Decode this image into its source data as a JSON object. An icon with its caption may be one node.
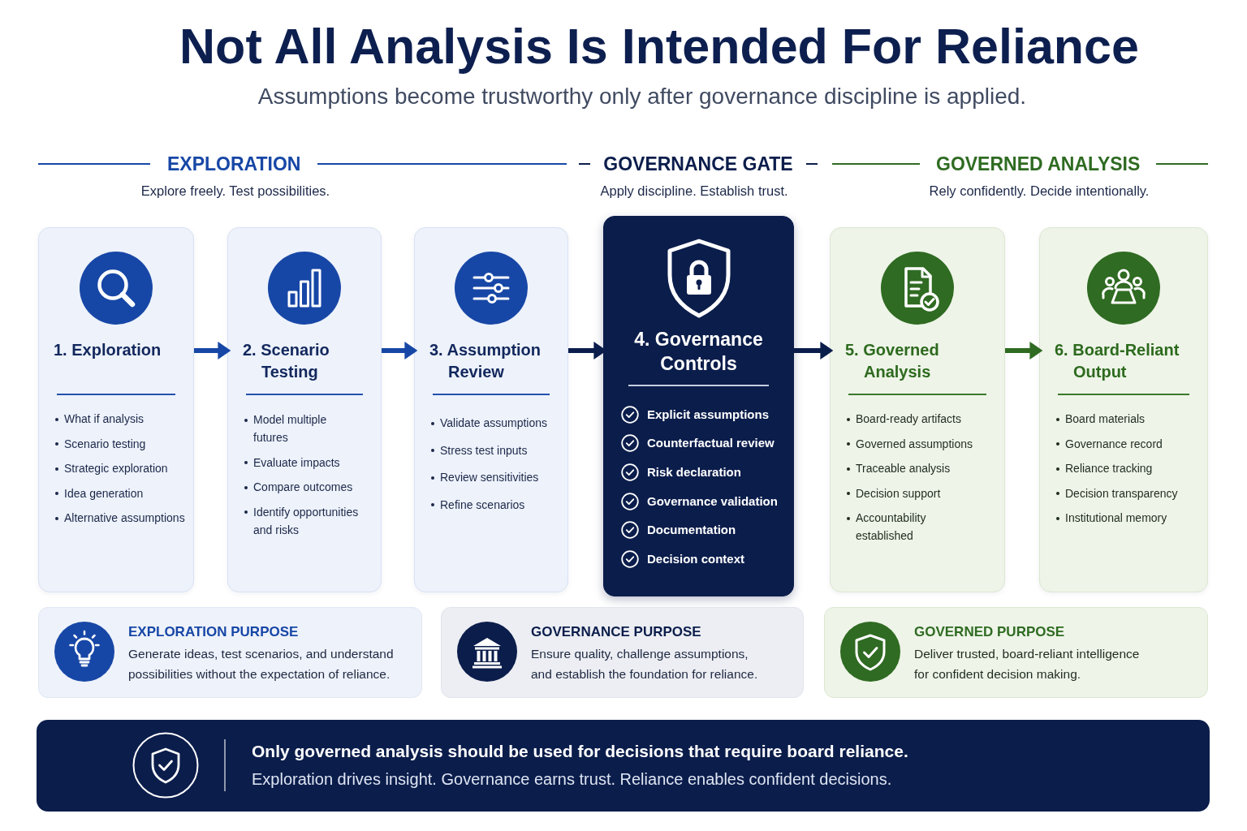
{
  "diagram": {
    "title": "Not All Analysis Is Intended For Reliance",
    "nodes": [
      {
        "text": [
          "1. Exploration",
          "What if analysis",
          "Scenario testing",
          "Strategic exploration",
          "Idea generation",
          "Alternative assumptions"
        ]
      },
      {
        "text": [
          "2. Scenario Testing",
          "Model multiple futures",
          "Evaluate impacts",
          "Compare outcomes",
          "Identify opportunities and risks"
        ]
      },
      {
        "text": [
          "3. Assumption Review",
          "Validate assumptions",
          "Stress test inputs",
          "Review sensitivities",
          "Refine scenarios"
        ]
      },
      {
        "text": [
          "4. Governance Controls",
          "Explicit assumptions",
          "Counterfactual review",
          "Risk declaration",
          "Governance validation",
          "Documentation",
          "Decision context"
        ]
      },
      {
        "text": [
          "5. Governed Analysis",
          "Board-ready artifacts",
          "Governed assumptions",
          "Traceable analysis",
          "Decision support",
          "Accountability established"
        ]
      },
      {
        "text": [
          "6. Board-Reliant Output",
          "Board materials",
          "Governance record",
          "Reliance tracking",
          "Decision transparency",
          "Institutional memory"
        ]
      },
      {
        "text": [
          "EXPLORATION PURPOSE",
          "Generate ideas, test scenarios, and understand possibilities without the expectation of reliance."
        ]
      },
      {
        "text": [
          "GOVERNANCE PURPOSE",
          "Ensure quality, challenge assumptions, and establish the foundation for reliance."
        ]
      },
      {
        "text": [
          "GOVERNED PURPOSE",
          "Deliver trusted, board-reliant intelligence for confident decision making."
        ]
      },
      {
        "text": [
          "Only governed analysis should be used for decisions that require board reliance.",
          "Exploration drives insight. Governance earns trust. Reliance enables confident decisions."
        ]
      }
    ],
    "edges": [
      {
        "from": 0,
        "to": 1,
        "arrow": "to",
        "color": "#1747a6"
      },
      {
        "from": 1,
        "to": 2,
        "arrow": "to",
        "color": "#1747a6"
      },
      {
        "from": 2,
        "to": 3,
        "arrow": "to",
        "color": "#0b1d4b"
      },
      {
        "from": 3,
        "to": 4,
        "arrow": "to",
        "color": "#0b1d4b"
      },
      {
        "from": 4,
        "to": 5,
        "arrow": "to",
        "color": "#2f6b22"
      }
    ],
    "labels": [
      "Assumptions become trustworthy only after governance discipline is applied.",
      "EXPLORATION",
      "GOVERNANCE GATE",
      "GOVERNED ANALYSIS",
      "Explore freely. Test possibilities.",
      "Apply discipline. Establish trust.",
      "Rely confidently. Decide intentionally."
    ]
  }
}
